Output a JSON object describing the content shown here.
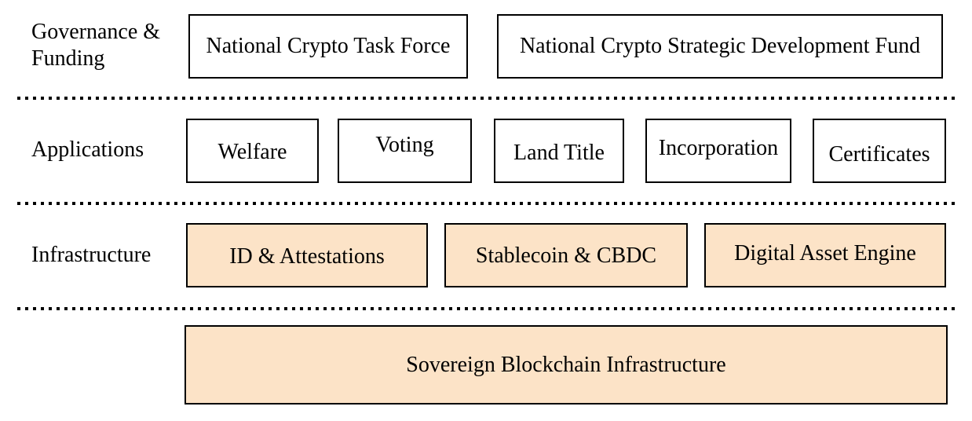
{
  "colors": {
    "highlight_fill": "#fce3c7",
    "plain_fill": "#ffffff",
    "border": "#000000"
  },
  "layers": {
    "governance": {
      "label": "Governance & Funding",
      "boxes": [
        {
          "label": "National Crypto Task Force"
        },
        {
          "label": "National Crypto Strategic Development Fund"
        }
      ]
    },
    "applications": {
      "label": "Applications",
      "boxes": [
        {
          "label": "Welfare"
        },
        {
          "label": "Voting"
        },
        {
          "label": "Land Title"
        },
        {
          "label": "Incorporation"
        },
        {
          "label": "Certificates"
        }
      ]
    },
    "infrastructure": {
      "label": "Infrastructure",
      "boxes": [
        {
          "label": "ID & Attestations"
        },
        {
          "label": "Stablecoin & CBDC"
        },
        {
          "label": "Digital Asset Engine"
        }
      ]
    },
    "base": {
      "boxes": [
        {
          "label": "Sovereign Blockchain Infrastructure"
        }
      ]
    }
  }
}
